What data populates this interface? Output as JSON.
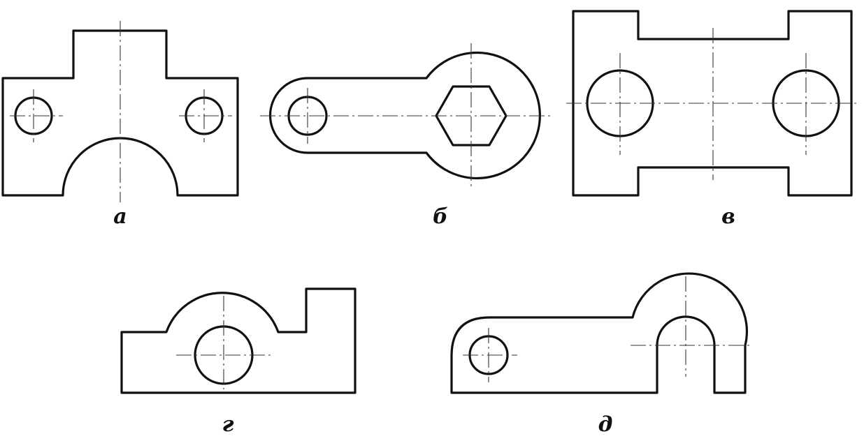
{
  "figures": [
    {
      "id": "a",
      "label": "а"
    },
    {
      "id": "b",
      "label": "б"
    },
    {
      "id": "v",
      "label": "в"
    },
    {
      "id": "g",
      "label": "г"
    },
    {
      "id": "d",
      "label": "д"
    }
  ],
  "colors": {
    "line": "#111111",
    "axis": "#333333",
    "background": "#ffffff"
  }
}
